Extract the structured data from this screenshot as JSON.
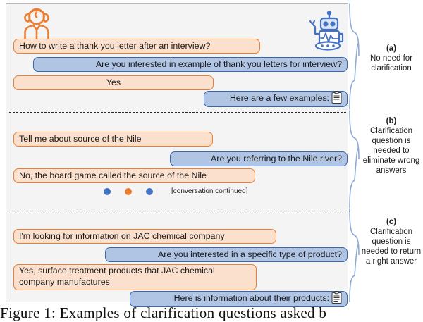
{
  "figure": {
    "caption": "Figure 1:  Examples  of  clarification  questions  asked  b"
  },
  "avatars": {
    "user": "user-person-icon",
    "bot": "robot-icon"
  },
  "sections": [
    {
      "id": "a",
      "tag": "(a)",
      "caption": "No need for clarification",
      "messages": [
        {
          "role": "user",
          "text": "How to write a thank you letter after an interview?"
        },
        {
          "role": "bot",
          "text": "Are you interested in example of thank you letters for interview?"
        },
        {
          "role": "user",
          "text": "Yes"
        },
        {
          "role": "bot",
          "text": "Here are a few examples:",
          "icon": "clipboard-checklist-icon"
        }
      ]
    },
    {
      "id": "b",
      "tag": "(b)",
      "caption": "Clarification question is needed to eliminate wrong answers",
      "messages": [
        {
          "role": "user",
          "text": "Tell me about source of the Nile"
        },
        {
          "role": "bot",
          "text": "Are you referring to the Nile river?"
        },
        {
          "role": "user",
          "text": "No, the board game called the source of the Nile"
        }
      ],
      "continuation": {
        "label": "[conversation continued]",
        "dots": [
          "#4472c4",
          "#ed7d31",
          "#4472c4"
        ]
      }
    },
    {
      "id": "c",
      "tag": "(c)",
      "caption": "Clarification question is needed to return a right answer",
      "messages": [
        {
          "role": "user",
          "text": "I'm looking for information on JAC chemical company"
        },
        {
          "role": "bot",
          "text": "Are you interested in a specific type of product?"
        },
        {
          "role": "user",
          "text": "Yes, surface treatment products that JAC chemical company manufactures"
        },
        {
          "role": "bot",
          "text": "Here is information about their products:",
          "icon": "clipboard-checklist-icon"
        }
      ]
    }
  ],
  "colors": {
    "user_bubble_fill": "#fbe0cd",
    "user_bubble_border": "#ed7d31",
    "bot_bubble_fill": "#b0c4e3",
    "bot_bubble_border": "#3a64ae",
    "panel_background": "#f4f4f4",
    "brace": "#8faad4"
  }
}
